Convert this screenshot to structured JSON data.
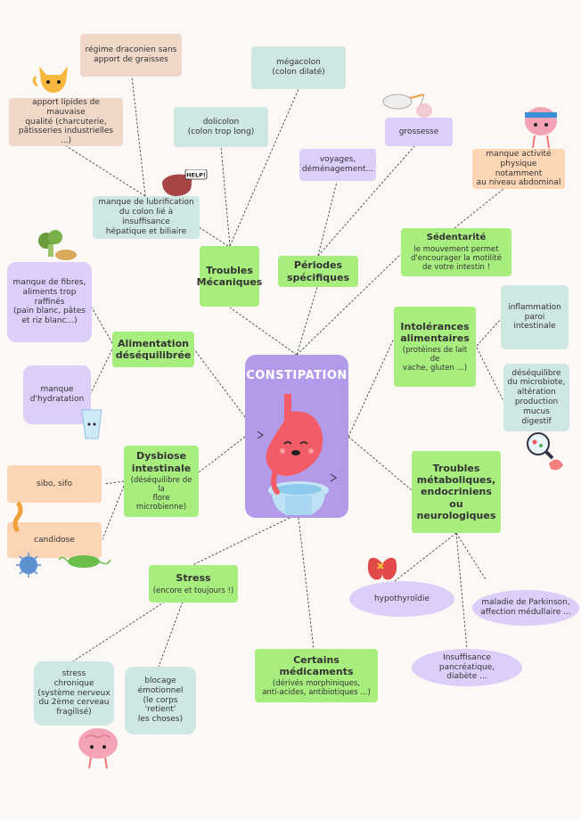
{
  "center": {
    "title": "CONSTIPATION"
  },
  "nodes": {
    "regime": "régime draconien sans\napport de graisses",
    "megacolon": "mégacolon\n(colon dilaté)",
    "apport": "apport lipides de mauvaise\nqualité (charcuterie,\npâtisseries industrielles ...)",
    "dolicolon": "dolicolon\n(colon trop long)",
    "grossesse": "grossesse",
    "voyages": "voyages,\ndéménagement...",
    "manque_activite": "manque activité\nphysique notamment\nau niveau abdominal",
    "lubrification": "manque de lubrification\ndu colon lié à insuffisance\nhépatique et biliaire",
    "help": "HELP!",
    "sedentarite_title": "Sédentarité",
    "sedentarite_sub": "le mouvement permet\nd'encourager la motilité\nde votre intestin !",
    "troubles_mecaniques": "Troubles\nMécaniques",
    "periodes": "Périodes\nspécifiques",
    "fibres": "manque de fibres,\naliments trop\nraffinés\n(pain blanc, pâtes\net riz blanc...)",
    "inflammation": "inflammation\nparoi\nintestinale",
    "intolerances_title": "Intolérances\nalimentaires",
    "intolerances_sub": "(protéines de lait de\nvache, gluten ...)",
    "alimentation": "Alimentation\ndéséquilibrée",
    "hydratation": "manque\nd'hydratation",
    "desequilibre": "déséquilibre\ndu microbiote,\naltération\nproduction\nmucus digestif",
    "dysbiose_title": "Dysbiose\nintestinale",
    "dysbiose_sub": "(déséquilibre de la\nflore microbienne)",
    "sibo": "sibo, sifo",
    "candidose": "candidose",
    "troubles_metaboliques": "Troubles\nmétaboliques,\nendocriniens\nou neurologiques",
    "stress_title": "Stress",
    "stress_sub": "(encore et toujours !)",
    "hypothyroidie": "hypothyroïdie",
    "parkinson": "maladie de Parkinson,\naffection médullaire ...",
    "medicaments_title": "Certains médicaments",
    "medicaments_sub": "(dérivés morphiniques,\nanti-acides, antibiotiques  ...)",
    "insuffisance": "Insuffisance pancréatique,\ndiabète ...",
    "stress_chronique": "stress\nchronique\n(système nerveux\ndu 2ème cerveau\nfragilisé)",
    "blocage": "blocage\némotionnel\n(le corps 'retient'\nles choses)"
  },
  "colors": {
    "green": "#a8ee7f",
    "teal": "#cfe7e2",
    "peach": "#f0d8c8",
    "lavender": "#dccef9",
    "orange": "#fbd5b4",
    "center": "#b39bea",
    "stomach": "#f25c66"
  },
  "icons": [
    "fox-icon",
    "stork-icon",
    "brain-headband-icon",
    "liver-icon",
    "broccoli-icon",
    "water-glass-icon",
    "bacteria-icon",
    "microscope-icon",
    "thyroid-icon",
    "stressed-brain-icon",
    "stomach-toilet-icon"
  ]
}
